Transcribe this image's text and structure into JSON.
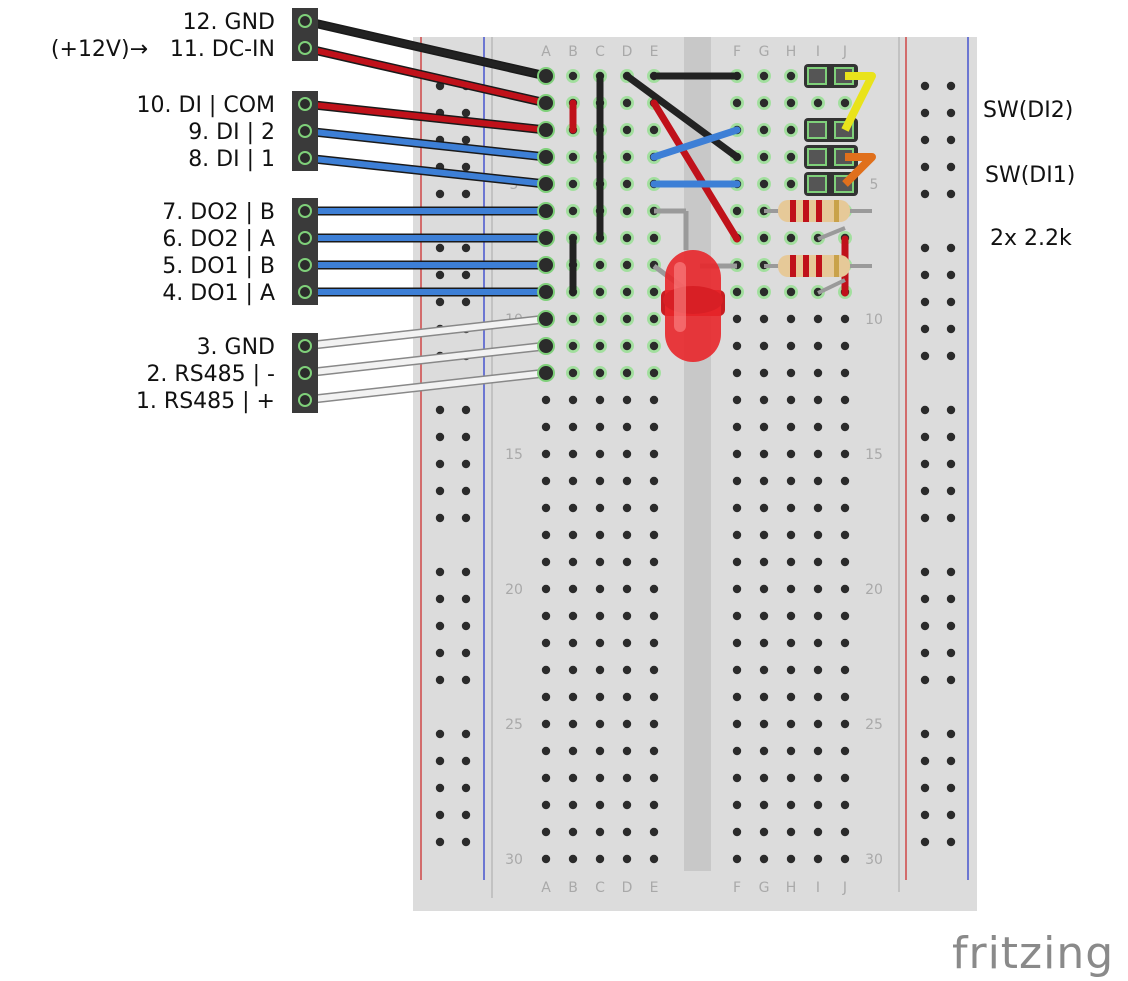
{
  "connector": {
    "pins": [
      {
        "label": "12. GND",
        "wire_color": "#222222"
      },
      {
        "label": "11. DC-IN",
        "prefix": "(+12V)→",
        "wire_color": "#c0111a"
      },
      {
        "label": "10. DI | COM",
        "wire_color": "#c0111a"
      },
      {
        "label": "9. DI | 2",
        "wire_color": "#3d7fd6"
      },
      {
        "label": "8. DI | 1",
        "wire_color": "#3d7fd6"
      },
      {
        "label": "7. DO2 | B",
        "wire_color": "#3d7fd6"
      },
      {
        "label": "6. DO2 | A",
        "wire_color": "#3d7fd6"
      },
      {
        "label": "5. DO1 | B",
        "wire_color": "#3d7fd6"
      },
      {
        "label": "4. DO1 | A",
        "wire_color": "#3d7fd6"
      },
      {
        "label": "3. GND",
        "wire_color": "#f2f2f2"
      },
      {
        "label": "2. RS485 | -",
        "wire_color": "#f2f2f2"
      },
      {
        "label": "1. RS485 | +",
        "wire_color": "#f2f2f2"
      }
    ]
  },
  "breadboard": {
    "column_letters_left": [
      "A",
      "B",
      "C",
      "D",
      "E"
    ],
    "column_letters_right": [
      "F",
      "G",
      "H",
      "I",
      "J"
    ],
    "row_numbers": [
      "5",
      "10",
      "15",
      "20",
      "25",
      "30"
    ],
    "row_count": 30
  },
  "annotations": {
    "switch_di2": "SW(DI2)",
    "switch_di1": "SW(DI1)",
    "resistors": "2x 2.2k"
  },
  "components": {
    "led_color": "#e8262a",
    "resistor_bands": [
      "#c0111a",
      "#c0111a",
      "#c0111a"
    ]
  },
  "colors": {
    "wire_black": "#222222",
    "wire_red": "#c0111a",
    "wire_blue": "#3d7fd6",
    "wire_white": "#f2f2f2",
    "wire_yellow": "#e9e31b",
    "wire_orange": "#e0701c",
    "board": "#dcdcdc",
    "rail_red": "#cc2222",
    "rail_blue": "#2233cc"
  },
  "logo": {
    "text": "fritzing"
  }
}
